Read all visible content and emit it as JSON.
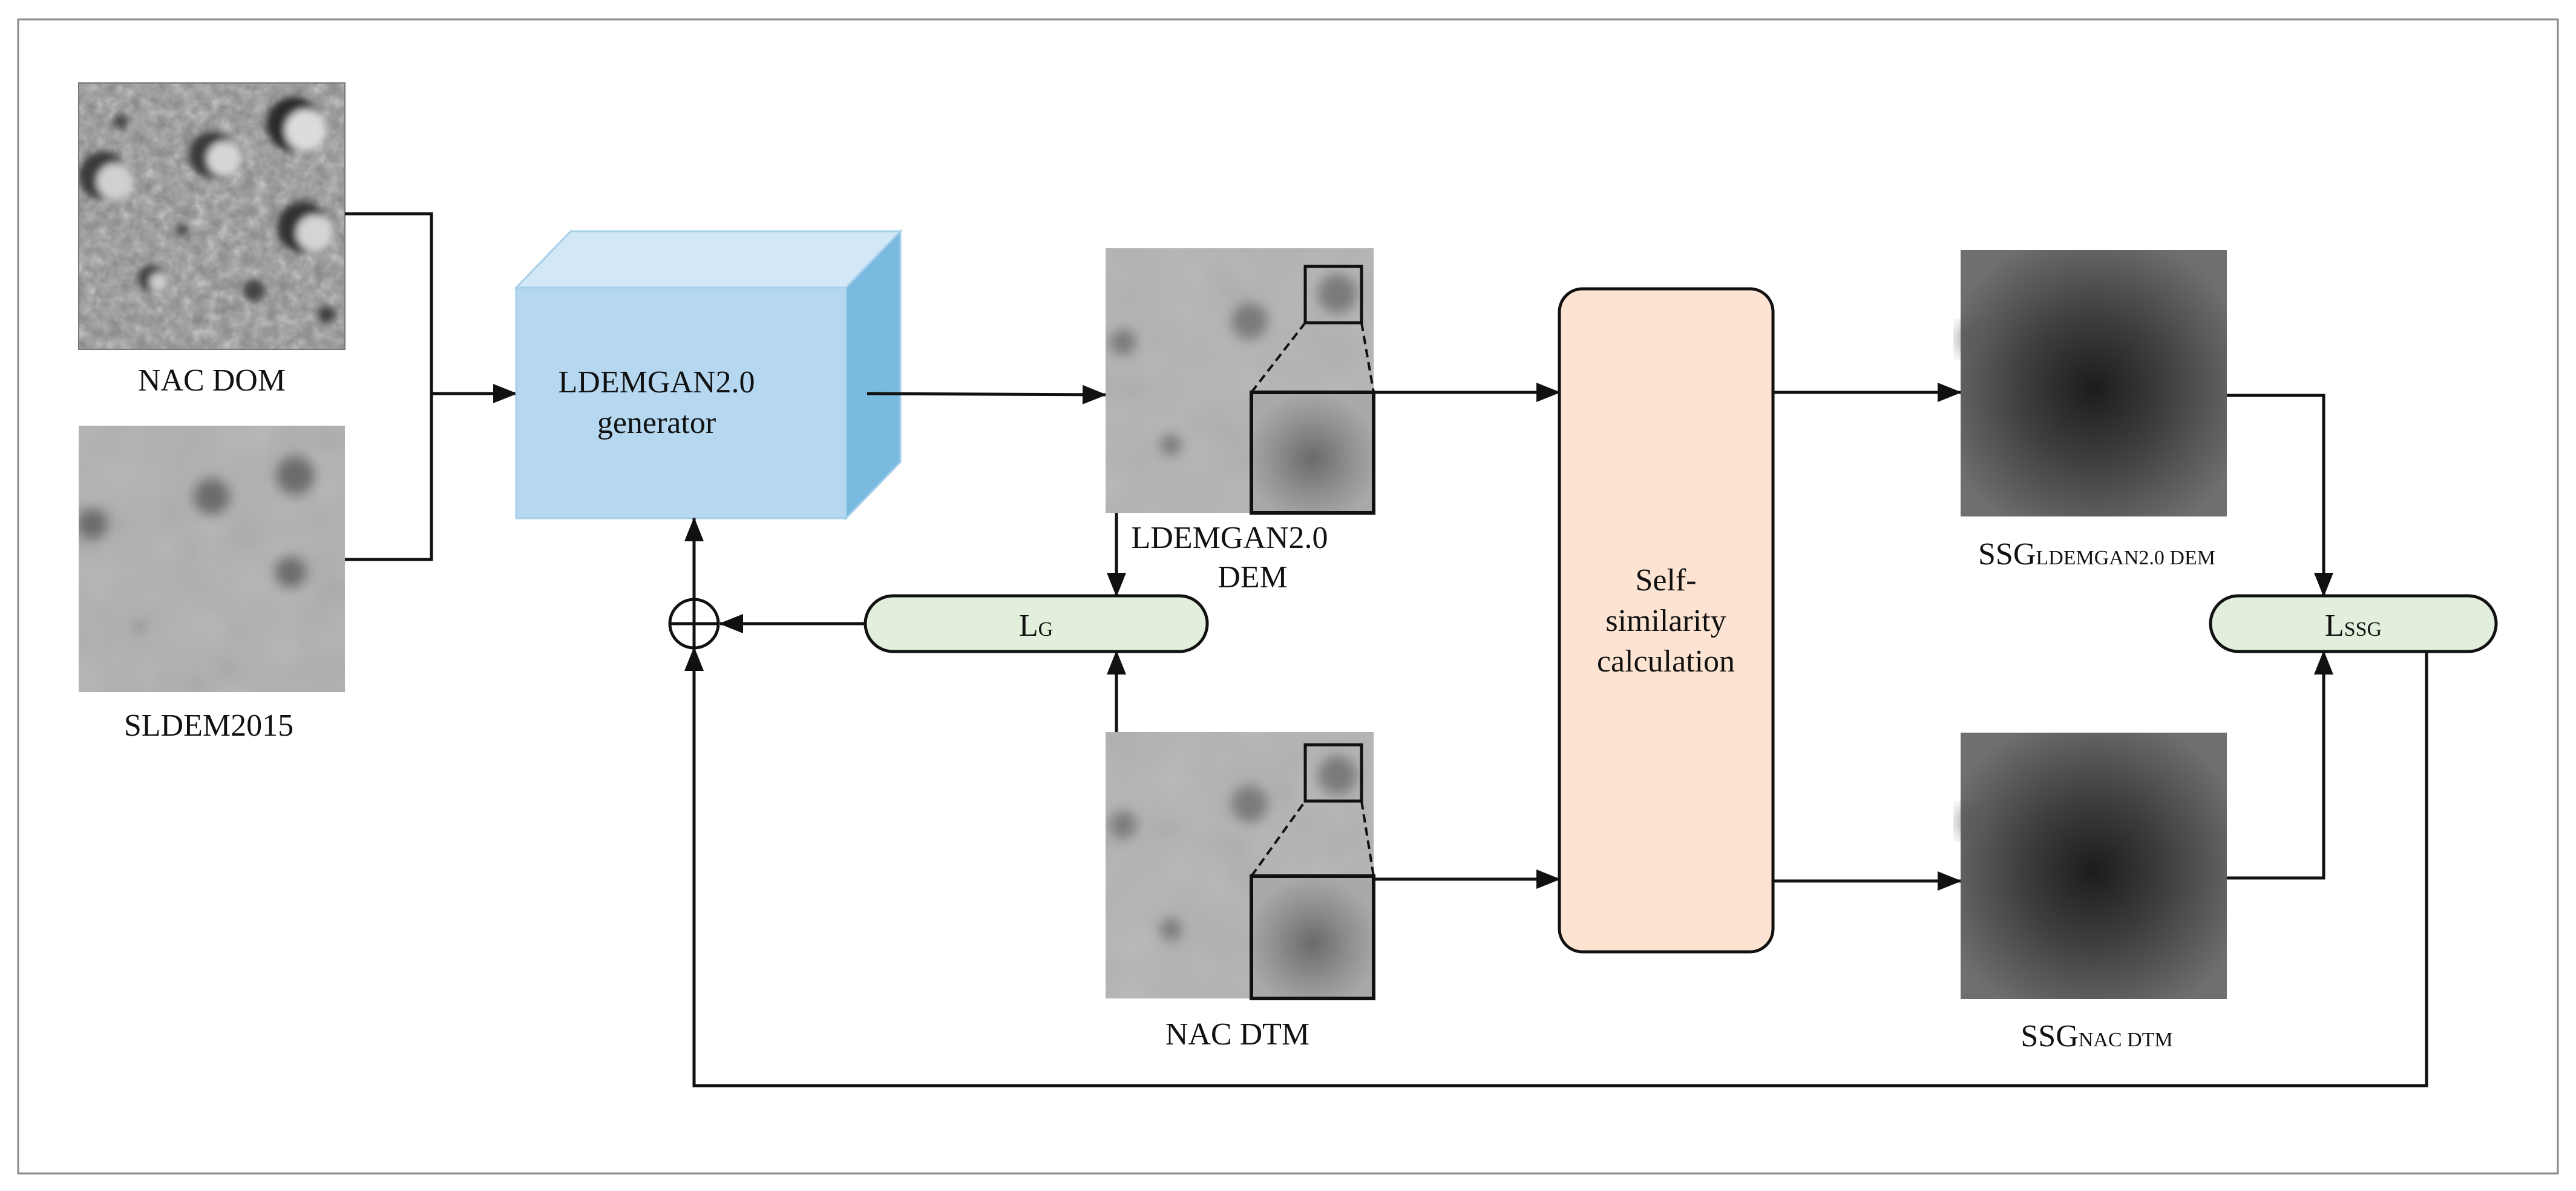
{
  "inputs": {
    "nac_dom_label": "NAC DOM",
    "sldem_label": "SLDEM2015"
  },
  "generator": {
    "line1": "LDEMGAN2.0",
    "line2": "generator"
  },
  "outputs": {
    "dem_line1": "LDEMGAN2.0",
    "dem_line2": "DEM",
    "nac_dtm_label": "NAC DTM"
  },
  "losses": {
    "lg_main": "L",
    "lg_sub": "G",
    "lssg_main": "L",
    "lssg_sub": "SSG"
  },
  "self_similarity": {
    "line1": "Self-",
    "line2": "similarity",
    "line3": "calculation"
  },
  "ssg": {
    "top_main": "SSG",
    "top_sub": "LDEMGAN2.0 DEM",
    "bottom_main": "SSG",
    "bottom_sub": "NAC DTM"
  },
  "colors": {
    "generator_front": "#b5d8f0",
    "generator_top": "#d2e8f7",
    "generator_side": "#7ab9e0",
    "loss_fill": "#e2efdc",
    "ssc_fill": "#fde3d2",
    "line": "#111111"
  }
}
